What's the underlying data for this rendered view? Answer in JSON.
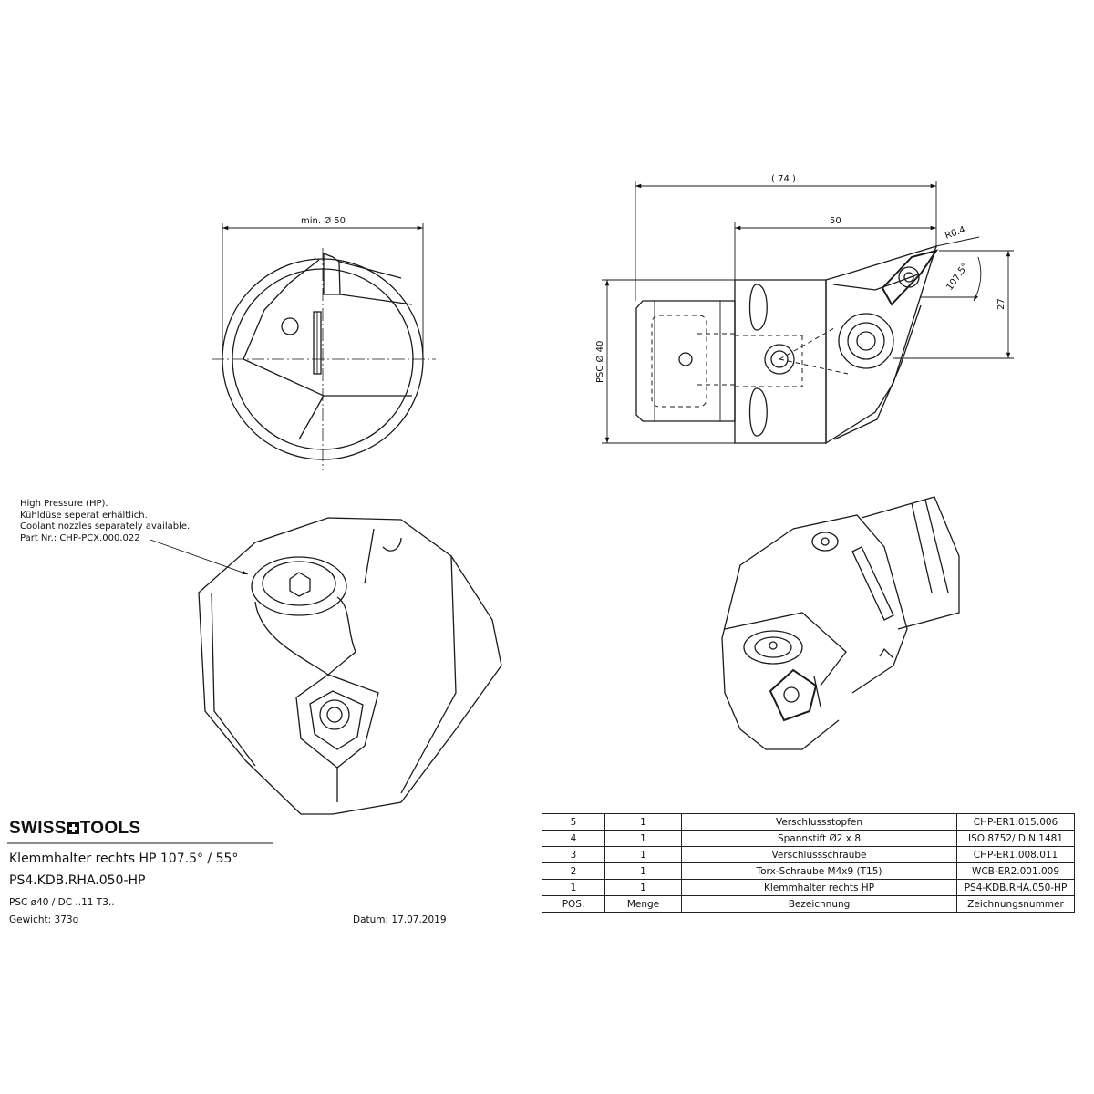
{
  "dimensions": {
    "min_dia": "min. Ø 50",
    "len_74": "( 74 )",
    "len_50": "50",
    "radius": "R0.4",
    "angle": "107.5°",
    "height_27": "27",
    "psc_dia": "PSC Ø 40"
  },
  "note": {
    "line1": "High Pressure (HP).",
    "line2": "Kühldüse seperat erhältlich.",
    "line3": "Coolant nozzles separately available.",
    "line4": "Part Nr.: CHP-PCX.000.022"
  },
  "title_block": {
    "brand_left": "SWISS",
    "brand_right": "TOOLS",
    "title": "Klemmhalter rechts HP 107.5° / 55°",
    "part_no": "PS4.KDB.RHA.050-HP",
    "spec": "PSC ø40 / DC ..11 T3..",
    "weight": "Gewicht: 373g",
    "date": "Datum: 17.07.2019"
  },
  "bom": {
    "rows": [
      {
        "pos": "5",
        "qty": "1",
        "name": "Verschlussstopfen",
        "number": "CHP-ER1.015.006"
      },
      {
        "pos": "4",
        "qty": "1",
        "name": "Spannstift Ø2 x 8",
        "number": "ISO 8752/ DIN 1481"
      },
      {
        "pos": "3",
        "qty": "1",
        "name": "Verschlussschraube",
        "number": "CHP-ER1.008.011"
      },
      {
        "pos": "2",
        "qty": "1",
        "name": "Torx-Schraube M4x9 (T15)",
        "number": "WCB-ER2.001.009"
      },
      {
        "pos": "1",
        "qty": "1",
        "name": "Klemmhalter rechts HP",
        "number": "PS4-KDB.RHA.050-HP"
      }
    ],
    "header": {
      "pos": "POS.",
      "qty": "Menge",
      "name": "Bezeichnung",
      "number": "Zeichnungsnummer"
    }
  }
}
